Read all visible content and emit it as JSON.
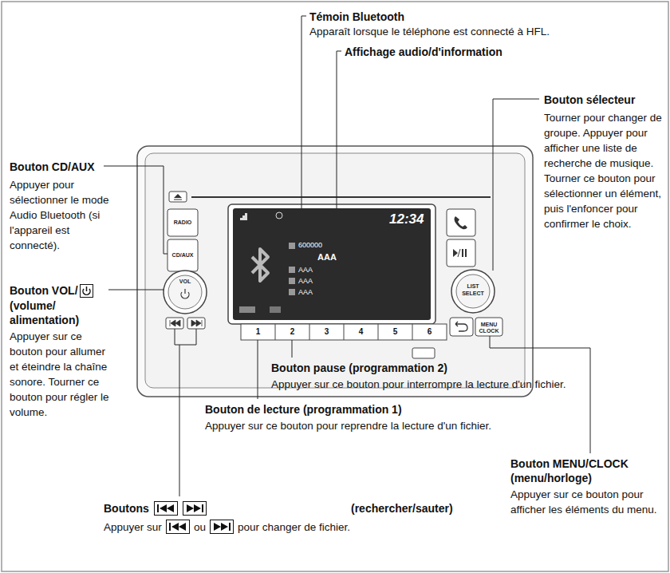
{
  "diagram": {
    "labels": [
      "Témoin Bluetooth",
      "Apparaît lorsque le téléphone est connecté à HFL.",
      "Affichage audio/d'information",
      "Bouton sélecteur",
      "Tourner pour changer de groupe. Appuyer pour afficher une liste de recherche de musique. Tourner ce bouton pour sélectionner un élément, puis l'enfoncer pour confirmer le choix.",
      "Bouton CD/AUX",
      "Appuyer pour sélectionner le mode Audio Bluetooth (si l'appareil est connecté).",
      "Bouton VOL/",
      "(volume/ alimentation)",
      "Appuyer sur ce bouton pour allumer et éteindre la chaîne sonore. Tourner ce bouton pour régler le volume.",
      "Bouton pause (programmation 2)",
      "Appuyer sur ce bouton pour interrompre la lecture d'un fichier.",
      "Bouton de lecture (programmation 1)",
      "Appuyer sur ce bouton pour reprendre la lecture d'un fichier.",
      "Bouton MENU/CLOCK (menu/horloge)",
      "Appuyer sur ce bouton pour afficher les éléments du menu.",
      "Boutons",
      "(rechercher/sauter)",
      "Appuyer sur",
      "ou",
      "pour changer de fichier.",
      "RADIO",
      "CD/AUX",
      "VOL",
      "12:34",
      "600000",
      "AAA",
      "AAA",
      "AAA",
      "AAA",
      "1",
      "2",
      "3",
      "4",
      "5",
      "6",
      "LIST",
      "SELECT",
      "MENU",
      "CLOCK"
    ]
  }
}
